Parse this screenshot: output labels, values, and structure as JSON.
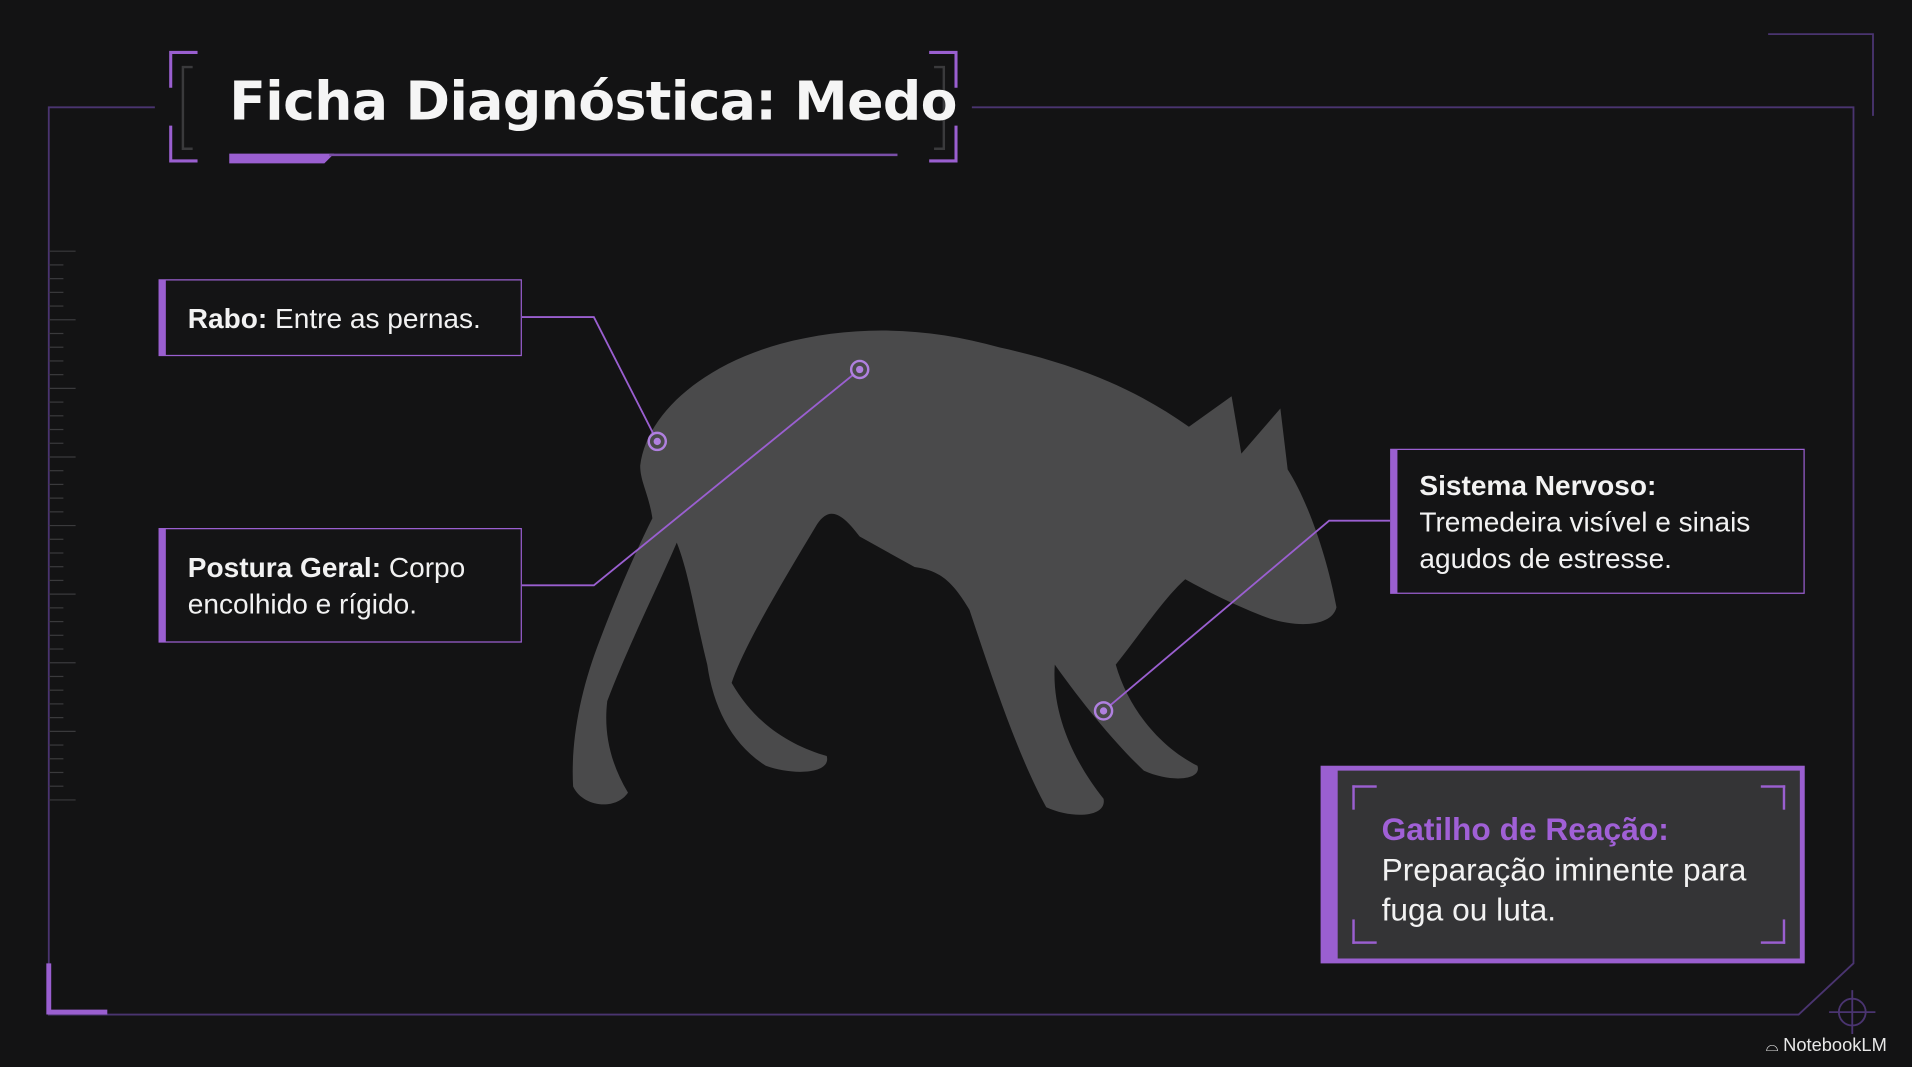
{
  "title": "Ficha Diagnóstica: Medo",
  "callouts": {
    "tail": {
      "label": "Rabo:",
      "text": " Entre as pernas."
    },
    "posture": {
      "label": "Postura Geral:",
      "text": " Corpo encolhido e rígido."
    },
    "nervous": {
      "label": "Sistema Nervoso:",
      "text": "Tremedeira visível e sinais agudos de estresse."
    },
    "trigger": {
      "label": "Gatilho de Reação:",
      "text": "Preparação iminente para fuga ou luta."
    }
  },
  "brand": "NotebookLM",
  "colors": {
    "accent": "#9a5fd0",
    "background": "#131314",
    "silhouette": "#4a4a4b"
  }
}
